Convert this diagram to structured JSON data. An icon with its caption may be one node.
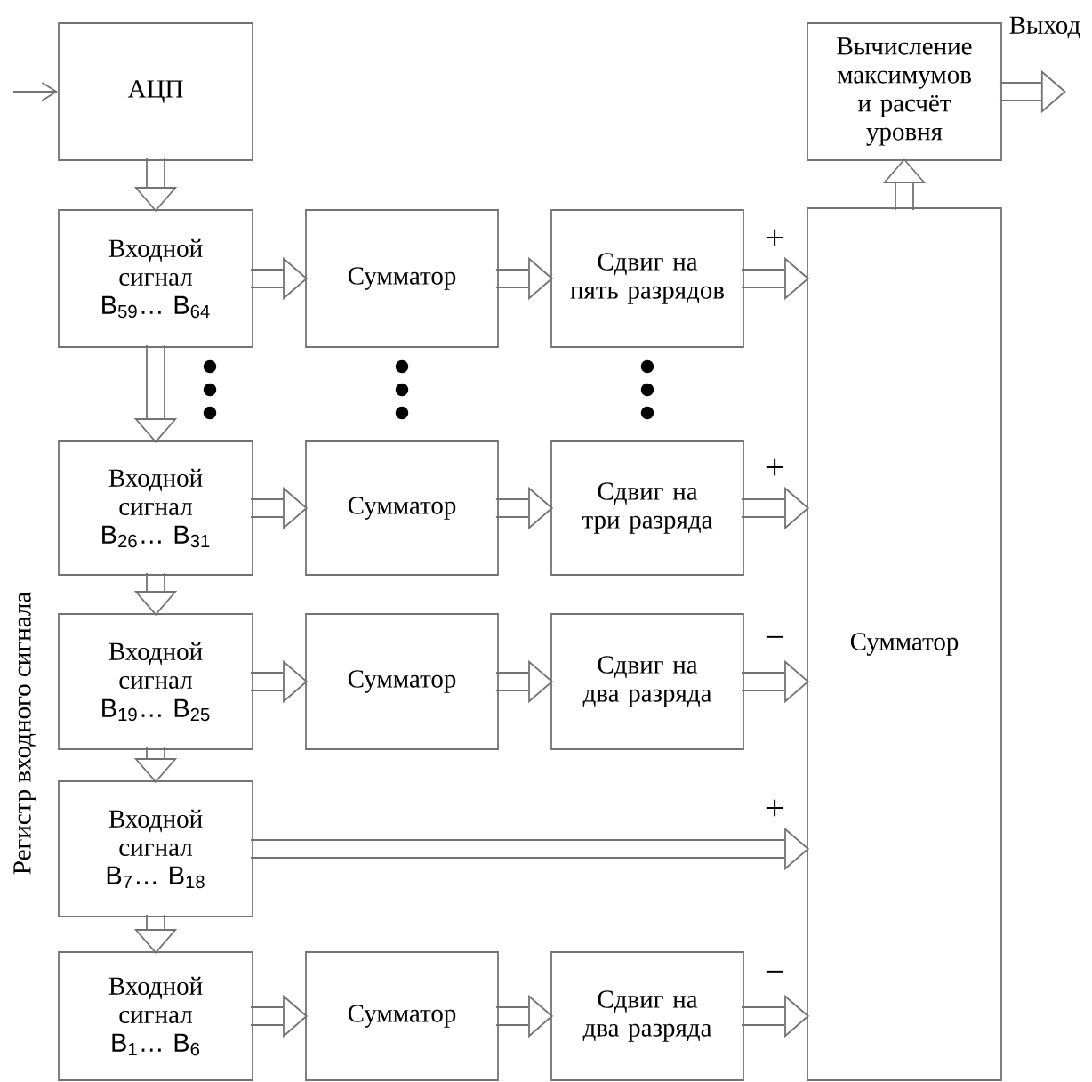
{
  "diagram": {
    "nodes": [
      {
        "text": [
          "АЦП"
        ]
      },
      {
        "text": [
          "Входной сигнал",
          "B$_{59}$… B$_{64}$"
        ]
      },
      {
        "text": [
          "Сумматор"
        ]
      },
      {
        "text": [
          "Сдвиг на пять разрядов"
        ]
      },
      {
        "text": [
          "Входной сигнал",
          "B$_{26}$… B$_{31}$"
        ]
      },
      {
        "text": [
          "Сумматор"
        ]
      },
      {
        "text": [
          "Сдвиг на три разряда"
        ]
      },
      {
        "text": [
          "Входной сигнал",
          "B$_{19}$… B$_{25}$"
        ]
      },
      {
        "text": [
          "Сумматор"
        ]
      },
      {
        "text": [
          "Сдвиг на два разряда"
        ]
      },
      {
        "text": [
          "Входной сигнал",
          "B$_{7}$… B$_{18}$"
        ]
      },
      {
        "text": [
          "Входной сигнал",
          "B$_{1}$… B$_{6}$"
        ]
      },
      {
        "text": [
          "Сумматор"
        ]
      },
      {
        "text": [
          "Сдвиг на два разряда"
        ]
      },
      {
        "text": [
          "Сумматор"
        ]
      },
      {
        "text": [
          "Вычисление максимумов и расчёт уровня"
        ]
      }
    ],
    "edges": [
      {
        "from": null,
        "to": 0,
        "arrow": "to"
      },
      {
        "from": 0,
        "to": 1,
        "arrow": "to"
      },
      {
        "from": 1,
        "to": 2,
        "arrow": "to"
      },
      {
        "from": 2,
        "to": 3,
        "arrow": "to"
      },
      {
        "from": 3,
        "to": 14,
        "arrow": "to",
        "label": "+"
      },
      {
        "from": 1,
        "to": 4,
        "arrow": "to"
      },
      {
        "from": 4,
        "to": 5,
        "arrow": "to"
      },
      {
        "from": 5,
        "to": 6,
        "arrow": "to"
      },
      {
        "from": 6,
        "to": 14,
        "arrow": "to",
        "label": "+"
      },
      {
        "from": 4,
        "to": 7,
        "arrow": "to"
      },
      {
        "from": 7,
        "to": 8,
        "arrow": "to"
      },
      {
        "from": 8,
        "to": 9,
        "arrow": "to"
      },
      {
        "from": 9,
        "to": 14,
        "arrow": "to",
        "label": "−"
      },
      {
        "from": 7,
        "to": 10,
        "arrow": "to"
      },
      {
        "from": 10,
        "to": 14,
        "arrow": "to",
        "label": "+"
      },
      {
        "from": 10,
        "to": 11,
        "arrow": "to"
      },
      {
        "from": 11,
        "to": 12,
        "arrow": "to"
      },
      {
        "from": 12,
        "to": 13,
        "arrow": "to"
      },
      {
        "from": 13,
        "to": 14,
        "arrow": "to",
        "label": "−"
      },
      {
        "from": 14,
        "to": 15,
        "arrow": "to"
      },
      {
        "from": 15,
        "to": null,
        "arrow": "to",
        "label": "Выход"
      }
    ],
    "labels": [
      "Регистр входного сигнала"
    ]
  }
}
